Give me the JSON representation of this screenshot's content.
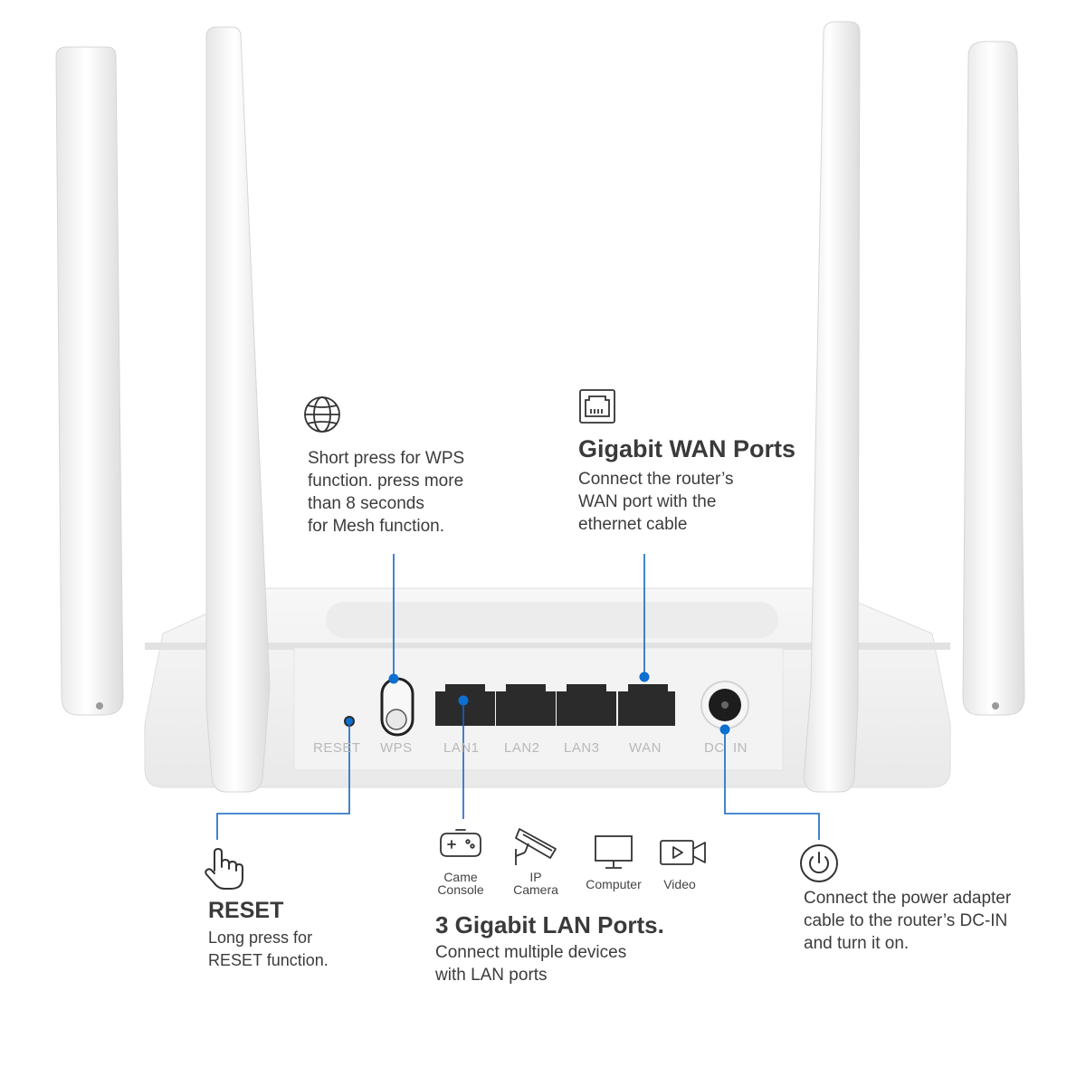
{
  "colors": {
    "callout_line": "#1565c0",
    "callout_dot": "#0d6fd0",
    "text": "#3a3a3a",
    "router_body": "#f4f4f4"
  },
  "ports": {
    "reset": "RESET",
    "wps": "WPS",
    "lan1": "LAN1",
    "lan2": "LAN2",
    "lan3": "LAN3",
    "wan": "WAN",
    "dcin": "DC  IN"
  },
  "wps": {
    "icon": "globe-icon",
    "description": "Short press for WPS\nfunction. press more\nthan 8 seconds\nfor Mesh function."
  },
  "wan": {
    "icon": "ethernet-port-icon",
    "title": "Gigabit WAN Ports",
    "description": "Connect the router’s\nWAN port with the\nethernet cable"
  },
  "reset": {
    "icon": "hand-pointer-icon",
    "title": "RESET",
    "description": "Long press for\nRESET function."
  },
  "lan": {
    "title": "3 Gigabit LAN Ports.",
    "description": "Connect multiple devices\nwith LAN ports",
    "devices": [
      {
        "icon": "gamepad-icon",
        "label": "Came\nConsole"
      },
      {
        "icon": "security-camera-icon",
        "label": "IP\nCamera"
      },
      {
        "icon": "monitor-icon",
        "label": "Computer"
      },
      {
        "icon": "video-icon",
        "label": "Video"
      }
    ]
  },
  "power": {
    "icon": "power-icon",
    "description": "Connect the power adapter\ncable to the router’s DC-IN\nand turn it on."
  }
}
